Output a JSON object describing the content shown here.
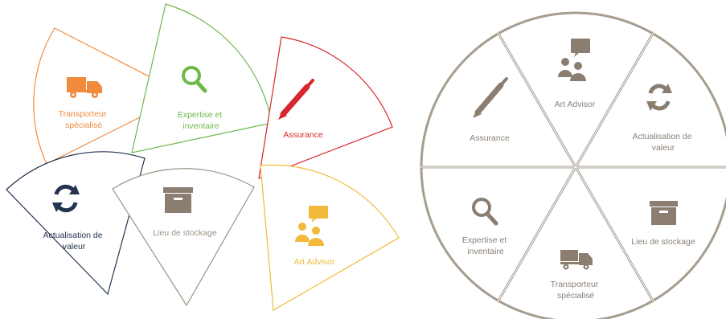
{
  "colors": {
    "orange": "#f08a3c",
    "green": "#6fb84a",
    "red": "#d8262e",
    "navy": "#23344f",
    "taupe": "#9e9286",
    "yellow": "#f2b93a",
    "wheel": "#a79c90",
    "wheel_text": "#8a7f75",
    "wheel_icon": "#8b7d70"
  },
  "left": {
    "transporter": {
      "lines": [
        "Transporteur",
        "spécialisé"
      ],
      "icon": "truck-icon"
    },
    "expertise": {
      "lines": [
        "Expertise et",
        "inventaire"
      ],
      "icon": "magnifier-icon"
    },
    "assurance": {
      "lines": [
        "Assurance"
      ],
      "icon": "pen-icon"
    },
    "actualisation": {
      "lines": [
        "Actualisation de",
        "valeur"
      ],
      "icon": "refresh-icon"
    },
    "stockage": {
      "lines": [
        "Lieu de stockage"
      ],
      "icon": "storage-box-icon"
    },
    "advisor": {
      "lines": [
        "Art Advisor"
      ],
      "icon": "advisor-people-icon"
    }
  },
  "wheel": {
    "art_advisor": {
      "lines": [
        "Art Advisor"
      ],
      "icon": "advisor-people-icon"
    },
    "actualisation": {
      "lines": [
        "Actualisation de",
        "valeur"
      ],
      "icon": "refresh-icon"
    },
    "stockage": {
      "lines": [
        "Lieu de stockage"
      ],
      "icon": "storage-box-icon"
    },
    "transporter": {
      "lines": [
        "Transporteur",
        "spécialisé"
      ],
      "icon": "truck-icon"
    },
    "expertise": {
      "lines": [
        "Expertise et",
        "inventaire"
      ],
      "icon": "magnifier-icon"
    },
    "assurance": {
      "lines": [
        "Assurance"
      ],
      "icon": "pen-icon"
    }
  }
}
